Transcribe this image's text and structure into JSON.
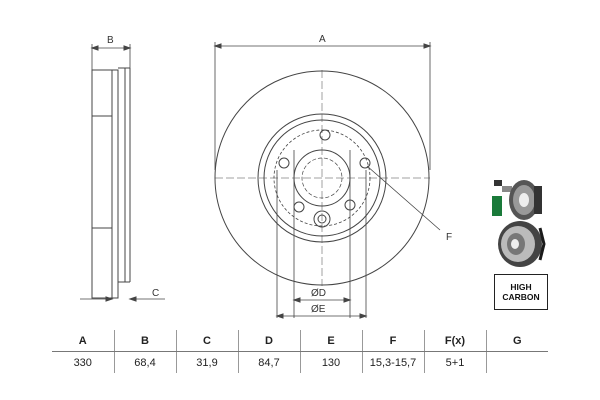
{
  "diagram": {
    "labels": {
      "width": "B",
      "diameter": "A",
      "thickness": "C",
      "center_bore": "ØD",
      "pcd": "ØE",
      "leader": "F"
    }
  },
  "table": {
    "headers": [
      "A",
      "B",
      "C",
      "D",
      "E",
      "F",
      "F(x)",
      "G"
    ],
    "values": [
      "330",
      "68,4",
      "31,9",
      "84,7",
      "130",
      "15,3-15,7",
      "5+1",
      ""
    ]
  },
  "badge": {
    "line1": "HIGH",
    "line2": "CARBON"
  },
  "icons": [
    "disc-with-pad-icon",
    "ventilated-disc-icon"
  ],
  "colors": {
    "line": "#333333",
    "accent": "#1a7a3a"
  }
}
